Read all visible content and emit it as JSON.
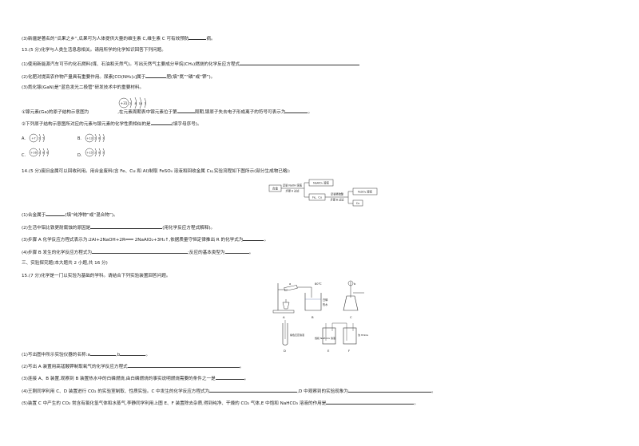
{
  "lines": {
    "q12_3": "(3)新疆是著名的“瓜果之乡”,瓜果可为人体提供大量的维生素 C,维生素 C 可有效预防",
    "q12_3_end": "病。",
    "q13_head": "13.(5 分)化学与人类生活息息相关。请用所学的化学知识回答下列问题。",
    "q13_1": "(1)使用新能源汽车可节约化石燃料(煤、石油和天然气)。写出天然气主要成分甲烷(CH₄)燃烧的化学反应方程式",
    "q13_2a": "(2)化肥对提高农作物产量具有重要作用。尿素[CO(NH₂)₂]属于",
    "q13_2b": "肥(填“氮”“磷”或“钾”)。",
    "q13_3": "(3)氮化镓(GaN)是“蓝色发光二极管”研发技术中的重要材料。",
    "q13_3_1a": "①镓元素(Ga)的原子结构示意图为",
    "q13_3_1b": ",在元素周期表中镓元素位于第",
    "q13_3_1c": "周期,镓原子失去电子形成离子的符号可表示为",
    "q13_3_1d": "。",
    "q13_3_2a": "②下列原子结构示意图所对应的元素与镓元素的化学性质相似的是",
    "q13_3_2b": "(填字母序号)。",
    "q14_head": "14.(5 分)废旧金属可以回收利用。用合金废料(含 Fe、Cu 和 Al)制取 FeSO₄ 溶液和回收金属 Cu,实验流程如下图所示(部分生成物已略):",
    "q14_1a": "(1)合金属于",
    "q14_1b": "(填“纯净物”或“混合物”)。",
    "q14_2": "(2)生活中铝比铁更耐腐蚀的原因是",
    "q14_2b": "(用化学反应方程式解释)。",
    "q14_3a": "(3)步骤 A 化学反应方程式表示为:2Al+2NaOH+2R═══ 2NaAlO₂+3H₂↑,依据质量守恒定律推出 R 的化学式为",
    "q14_3b": "。",
    "q14_4a": "(4)步骤 B 发生的化学反应方程式为",
    "q14_4b": ";反应的基本类型为",
    "q14_4c": "。",
    "sec3": "三、实验探究题(本大题共 2 小题,共 16 分)",
    "q15_head": "15.(7 分)化学是一门以实验为基础的学科。请结合下列实验装置回答问题。",
    "q15_1a": "(1)写出图中所示实验仪器的名称:a",
    "q15_1b": ",b",
    "q15_1c": "。",
    "q15_2": "(2)写出 A 装置用高锰酸钾制取氧气的化学反应方程式",
    "q15_2b": "。",
    "q15_3a": "(3)连接 A、B 装置,观察到 B 装置热水中的白磷燃烧,由白磷燃烧的事实说明燃烧需要的条件之一是",
    "q15_3b": "。",
    "q15_4a": "(4)王刚同学利用 C、D 装置进行 CO₂ 的实验室制取、性质实验。C 中发生的化学反应方程式为",
    "q15_4b": ",D 中观察到的实验现象为",
    "q15_4c": "。",
    "q15_5a": "(5)装置 C 中产生的 CO₂ 常含有氯化氢气体和水蒸气,李静同学利用上图 E、F 装置除去杂质,得到纯净、干燥的 CO₂ 气体,E 中饱和 NaHCO₃ 溶液的作用是",
    "q15_5b": "。"
  },
  "atoms": {
    "ga": {
      "nucleus": "+31",
      "shells": "2 8 18 3"
    },
    "A": {
      "letter": "A.",
      "nucleus": "+7",
      "shells": "2 5"
    },
    "B": {
      "letter": "B.",
      "nucleus": "+13",
      "shells": "2 8 3"
    },
    "C": {
      "letter": "C.",
      "nucleus": "+16",
      "shells": "2 8 6"
    },
    "D": {
      "letter": "D.",
      "nucleus": "+15",
      "shells": "2 8 5"
    }
  },
  "flow": {
    "alloy": "合金",
    "step_a_top": "足量 NaOH 溶液",
    "step_a_bot": "步骤 A 过滤",
    "prod1": "NaAlO₂ 溶液",
    "mix": "Fe、Cu",
    "step_b_top": "足量稀硫酸",
    "step_b_bot": "步骤 B 过滤",
    "prod2": "FeSO₄ 溶液",
    "prod3": "Cu"
  },
  "apparatus": {
    "labels_top": [
      "A",
      "B",
      "C"
    ],
    "labels_bot": [
      "D",
      "E",
      "F"
    ],
    "a": "a",
    "b": "b",
    "white_p": "白磷",
    "hot_water": "热水",
    "soln1": "紫色石蕊溶液",
    "soln2": "饱和 NaHCO₃ 溶液",
    "soln3": "浓 H₂SO₄"
  }
}
